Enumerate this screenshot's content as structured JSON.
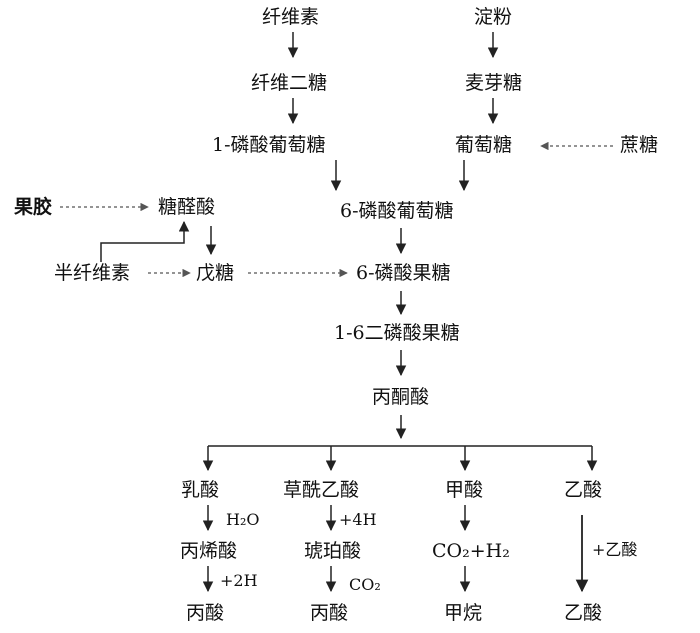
{
  "nodes": {
    "cellulose": "纤维素",
    "starch": "淀粉",
    "cellobiose": "纤维二糖",
    "maltose": "麦芽糖",
    "glucose_1p": "1-磷酸葡萄糖",
    "glucose": "葡萄糖",
    "sucrose": "蔗糖",
    "pectin": "果胶",
    "aldonic_acid": "糖醛酸",
    "glucose_6p": "6-磷酸葡萄糖",
    "hemicellulose": "半纤维素",
    "pentose": "戊糖",
    "fructose_6p": "6-磷酸果糖",
    "fructose_16bp": "1-6二磷酸果糖",
    "pyruvate": "丙酮酸",
    "lactic_acid": "乳酸",
    "oxaloacetate": "草酰乙酸",
    "formic_acid": "甲酸",
    "acetic_acid": "乙酸",
    "acrylic_acid": "丙烯酸",
    "succinic_acid": "琥珀酸",
    "co2_h2": "CO₂+H₂",
    "propionic_acid_1": "丙酸",
    "propionic_acid_2": "丙酸",
    "methane": "甲烷",
    "acetic_acid_end": "乙酸"
  },
  "labels": {
    "h2o": "H₂O",
    "plus_2h": "+2H",
    "plus_4h": "+4H",
    "co2": "CO₂",
    "plus_acetic": "+乙酸"
  },
  "colors": {
    "solid": "#222222",
    "dashed": "#666666"
  }
}
